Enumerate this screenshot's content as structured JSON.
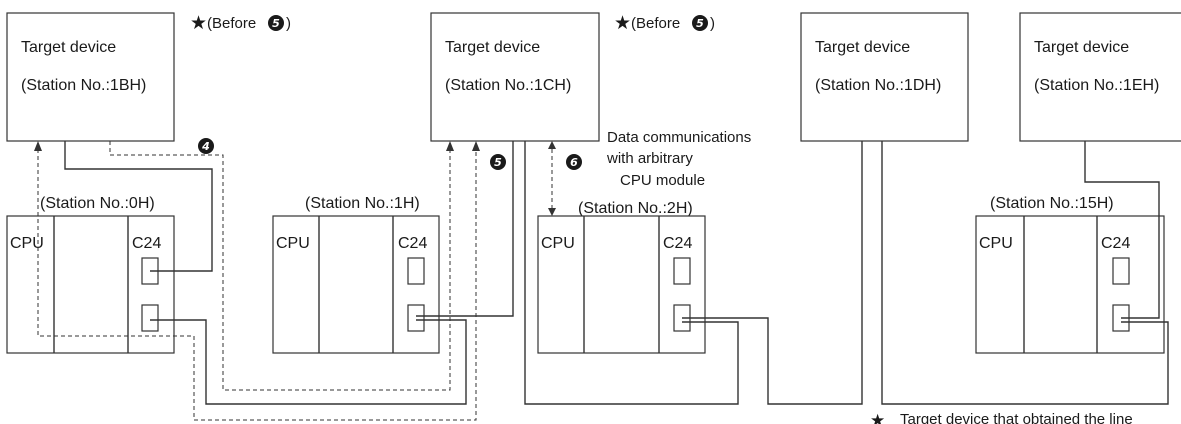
{
  "devices": [
    {
      "title": "Target device",
      "station": "(Station No.:1BH)"
    },
    {
      "title": "Target device",
      "station": "(Station No.:1CH)"
    },
    {
      "title": "Target device",
      "station": "(Station No.:1DH)"
    },
    {
      "title": "Target device",
      "station": "(Station No.:1EH)"
    }
  ],
  "stations": [
    {
      "label": "(Station No.:0H)",
      "cpu": "CPU",
      "module": "C24"
    },
    {
      "label": "(Station No.:1H)",
      "cpu": "CPU",
      "module": "C24"
    },
    {
      "label": "(Station No.:2H)",
      "cpu": "CPU",
      "module": "C24"
    },
    {
      "label": "(Station No.:15H)",
      "cpu": "CPU",
      "module": "C24"
    }
  ],
  "notes": {
    "before_marker_1": "(Before ",
    "before_marker_2": "(Before ",
    "before_close": ")",
    "data_comm_line1": "Data communications",
    "data_comm_line2": "with arbitrary",
    "data_comm_line3": "CPU module",
    "footnote": "Target device that obtained the line"
  },
  "steps": {
    "step4": "4",
    "step5": "5",
    "step6": "6"
  },
  "icons": {
    "star": "★"
  }
}
